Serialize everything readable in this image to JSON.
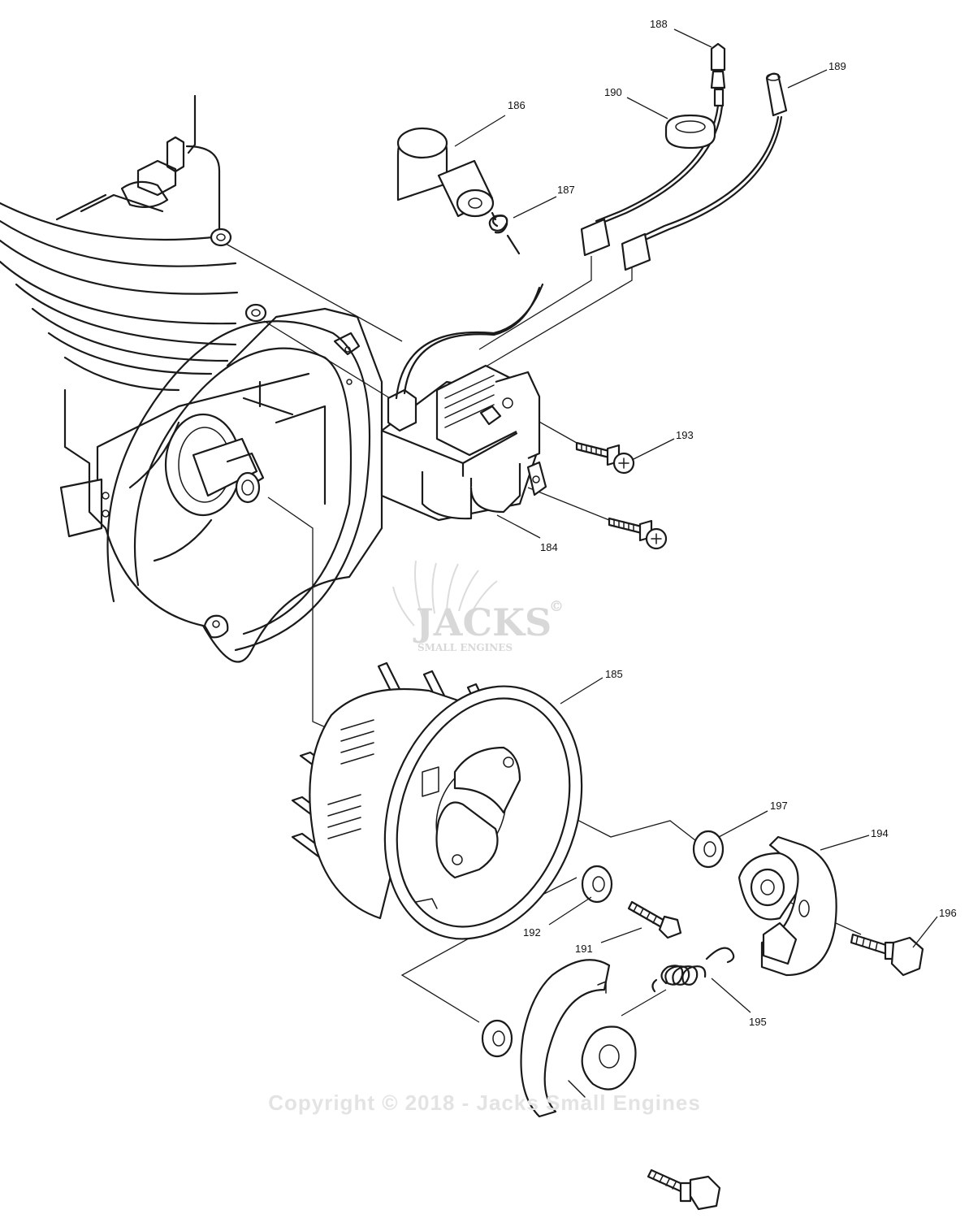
{
  "watermark": {
    "brand": "JACKS",
    "registered": "©",
    "subtitle": "SMALL ENGINES"
  },
  "copyright": "Copyright © 2018 - Jacks Small Engines",
  "parts": {
    "p184": "184",
    "p185": "185",
    "p186": "186",
    "p187": "187",
    "p188": "188",
    "p189": "189",
    "p190": "190",
    "p191": "191",
    "p192": "192",
    "p193": "193",
    "p194": "194",
    "p195": "195",
    "p196": "196",
    "p197": "197"
  }
}
